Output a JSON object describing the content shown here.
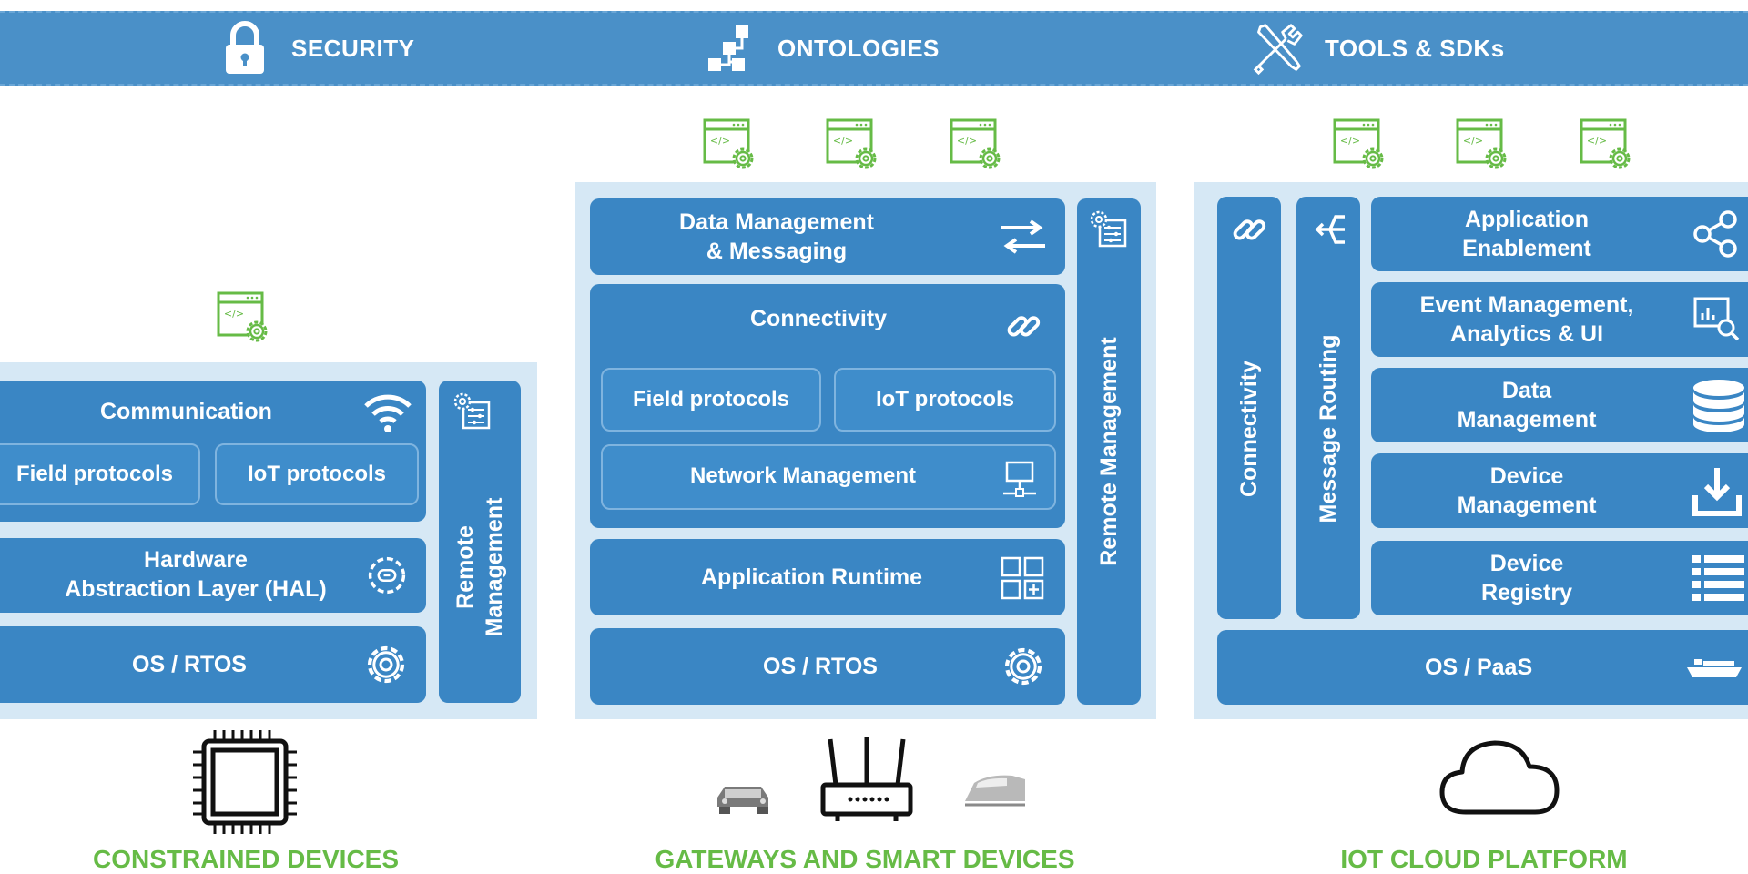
{
  "banner": {
    "items": [
      {
        "label": "SECURITY",
        "icon": "lock-icon"
      },
      {
        "label": "ONTOLOGIES",
        "icon": "hierarchy-icon"
      },
      {
        "label": "TOOLS & SDKs",
        "icon": "tools-icon"
      }
    ]
  },
  "constrained": {
    "communication": "Communication",
    "field_protocols": "Field protocols",
    "iot_protocols": "IoT protocols",
    "hal_line1": "Hardware",
    "hal_line2": "Abstraction Layer (HAL)",
    "os": "OS / RTOS",
    "remote_line1": "Remote",
    "remote_line2": "Management",
    "category": "CONSTRAINED DEVICES"
  },
  "gateways": {
    "data_line1": "Data Management",
    "data_line2": "& Messaging",
    "connectivity": "Connectivity",
    "field_protocols": "Field protocols",
    "iot_protocols": "IoT protocols",
    "network_management": "Network Management",
    "app_runtime": "Application Runtime",
    "os": "OS / RTOS",
    "remote": "Remote Management",
    "category": "GATEWAYS AND SMART DEVICES"
  },
  "cloud": {
    "connectivity": "Connectivity",
    "message_routing": "Message Routing",
    "app_enablement_line1": "Application",
    "app_enablement_line2": "Enablement",
    "event_line1": "Event Management,",
    "event_line2": "Analytics & UI",
    "data_line1": "Data",
    "data_line2": "Management",
    "device_mgmt_line1": "Device",
    "device_mgmt_line2": "Management",
    "registry_line1": "Device",
    "registry_line2": "Registry",
    "os": "OS / PaaS",
    "category": "IOT CLOUD PLATFORM"
  },
  "colors": {
    "banner": "#4a90c8",
    "box": "#3a86c4",
    "panel": "#d6e8f5",
    "green": "#66bb46"
  }
}
